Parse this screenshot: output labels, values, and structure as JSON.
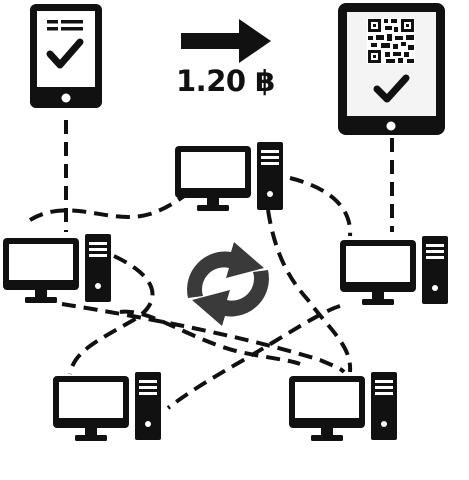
{
  "payment": {
    "amount": "1.20 ฿"
  },
  "colors": {
    "ink": "#111111",
    "background": "#ffffff",
    "screen_light": "#f4f4f4"
  },
  "icons": {
    "sender_phone": "phone-with-checkmark",
    "receiver_tablet": "tablet-with-qr-code-and-checkmark",
    "transfer_arrow": "right-arrow",
    "sync": "circular-sync-arrows",
    "network_nodes": "desktop-computer-with-tower"
  }
}
